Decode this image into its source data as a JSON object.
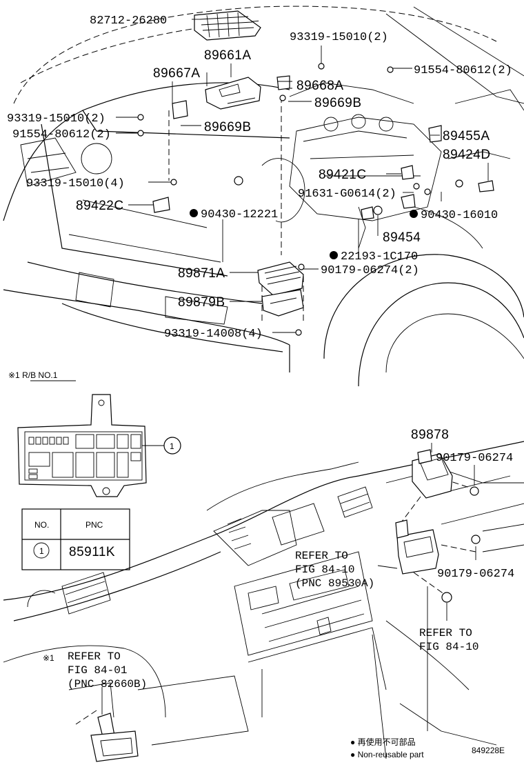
{
  "labels": {
    "p82712": "82712-26280",
    "p93319_15010_2a": "93319-15010(2)",
    "p89661A": "89661A",
    "p91554_80612_2a": "91554-80612(2)",
    "p89667A": "89667A",
    "p89668A": "89668A",
    "p89669B_a": "89669B",
    "p93319_15010_2b": "93319-15010(2)",
    "p89669B_b": "89669B",
    "p91554_80612_2b": "91554-80612(2)",
    "p89455A": "89455A",
    "p89424D": "89424D",
    "p93319_15010_4": "93319-15010(4)",
    "p89421C": "89421C",
    "p91631": "91631-G0614(2)",
    "p89422C": "89422C",
    "p90430_12221": "90430-12221",
    "p90430_16010": "90430-16010",
    "p89454": "89454",
    "p22193": "22193-1C170",
    "p89871A": "89871A",
    "p90179_06274_2": "90179-06274(2)",
    "p89879B": "89879B",
    "p93319_14008": "93319-14008(4)",
    "p89878": "89878",
    "p90179_06274_a": "90179-06274",
    "p90179_06274_b": "90179-06274"
  },
  "rb_caption": "※1 R/B NO.1",
  "table": {
    "header_no": "NO.",
    "header_pnc": "PNC",
    "row_no": "1",
    "row_pnc": "85911K"
  },
  "callout_number": "1",
  "refs": {
    "r1_line1": "REFER TO",
    "r1_line2": "FIG 84-10",
    "r1_line3": "(PNC 89530A)",
    "r2_line1": "REFER TO",
    "r2_line2": "FIG 84-10",
    "r3_mark": "※1",
    "r3_line1": "REFER TO",
    "r3_line2": "FIG 84-01",
    "r3_line3": "(PNC 82660B)"
  },
  "legend": {
    "line1": "● 再使用不可部品",
    "line2": "● Non-reusable part"
  },
  "figure_code": "849228E"
}
